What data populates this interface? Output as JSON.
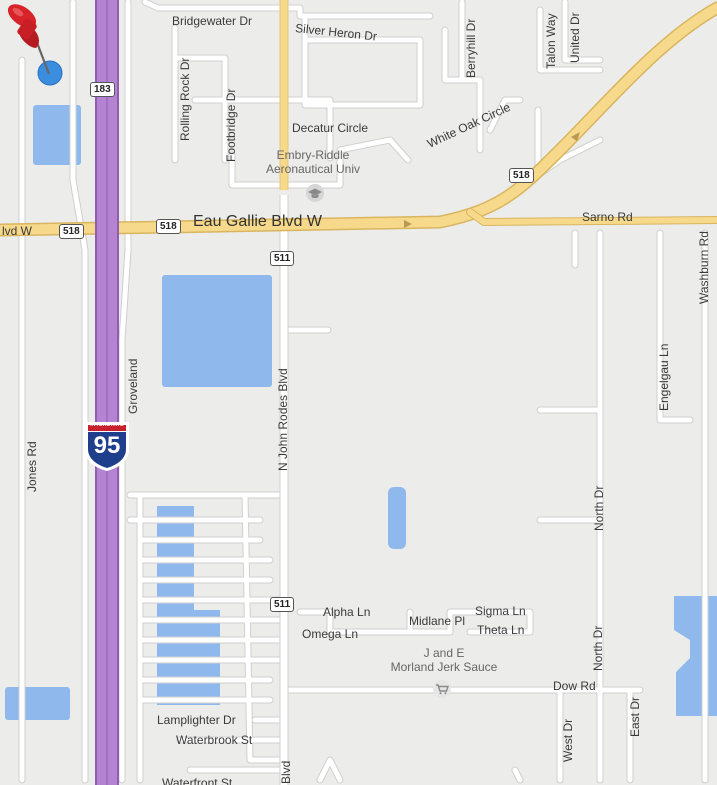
{
  "roads": {
    "bridgewater": "Bridgewater Dr",
    "silver_heron": "Silver Heron Dr",
    "berryhill": "Berryhill Dr",
    "talon_way": "Talon Way",
    "united": "United Dr",
    "rolling_rock": "Rolling Rock Dr",
    "footbridge": "Footbridge Dr",
    "decatur": "Decatur Circle",
    "white_oak": "White Oak Circle",
    "eau_gallie": "Eau Gallie Blvd W",
    "eau_gallie_west": "lvd W",
    "sarno": "Sarno Rd",
    "washburn": "Washburn Rd",
    "engelgau": "Engelgau Ln",
    "groveland": "Groveland",
    "jones": "Jones Rd",
    "john_rodes": "N John Rodes Blvd",
    "john_rodes_bottom": "Blvd",
    "north_dr_1": "North Dr",
    "north_dr_2": "North Dr",
    "alpha": "Alpha Ln",
    "omega": "Omega Ln",
    "midlane": "Midlane Pl",
    "sigma": "Sigma Ln",
    "theta": "Theta Ln",
    "dow": "Dow Rd",
    "west_dr": "West Dr",
    "east_dr": "East Dr",
    "lamplighter": "Lamplighter Dr",
    "waterbrook": "Waterbrook St",
    "waterfront": "Waterfront St"
  },
  "shields": {
    "sr183": "183",
    "sr518_west": "518",
    "sr518_mid": "518",
    "sr518_ne": "518",
    "sr511_north": "511",
    "sr511_south": "511",
    "i95_number": "95",
    "i95_banner": "INTERSTATE"
  },
  "pois": {
    "university": "Embry-Riddle\nAeronautical Univ",
    "jerk_sauce": "J and E\nMorland Jerk Sauce"
  },
  "icons": {
    "university": "graduation-cap-icon",
    "shopping": "shopping-cart-icon",
    "marker": "pushpin-icon"
  },
  "colors": {
    "land": "#ececea",
    "road": "#ffffff",
    "road_edge": "#cfcfcf",
    "major_road": "#f6d98a",
    "major_road_edge": "#d9b560",
    "interstate": "#b483d2",
    "interstate_edge": "#8f5eb3",
    "water": "#8fb8ec",
    "pin": "#d7242b",
    "dot": "#3b8de0"
  },
  "marker": {
    "label": ""
  }
}
